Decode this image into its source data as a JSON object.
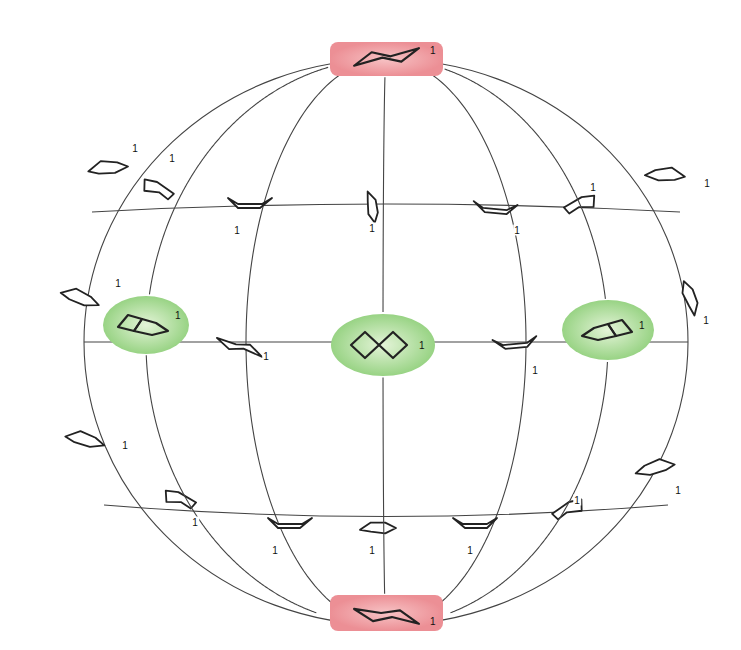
{
  "diagram": {
    "nodes": [
      {
        "text": [
          "1"
        ]
      },
      {
        "text": [
          "1"
        ]
      },
      {
        "text": [
          "1"
        ]
      },
      {
        "text": [
          "1"
        ]
      },
      {
        "text": [
          "1"
        ]
      }
    ],
    "edges": [
      {
        "from": 0,
        "to": 1,
        "arrow": "none"
      },
      {
        "from": 0,
        "to": 2,
        "arrow": "none"
      },
      {
        "from": 0,
        "to": 3,
        "arrow": "none"
      },
      {
        "from": 1,
        "to": 4,
        "arrow": "none"
      },
      {
        "from": 2,
        "to": 4,
        "arrow": "none"
      },
      {
        "from": 3,
        "to": 4,
        "arrow": "none"
      }
    ],
    "labels": [
      "1",
      "1",
      "1",
      "1",
      "1",
      "1",
      "1",
      "1",
      "1",
      "1",
      "1",
      "1",
      "1",
      "1",
      "1",
      "1",
      "1",
      "1"
    ]
  }
}
